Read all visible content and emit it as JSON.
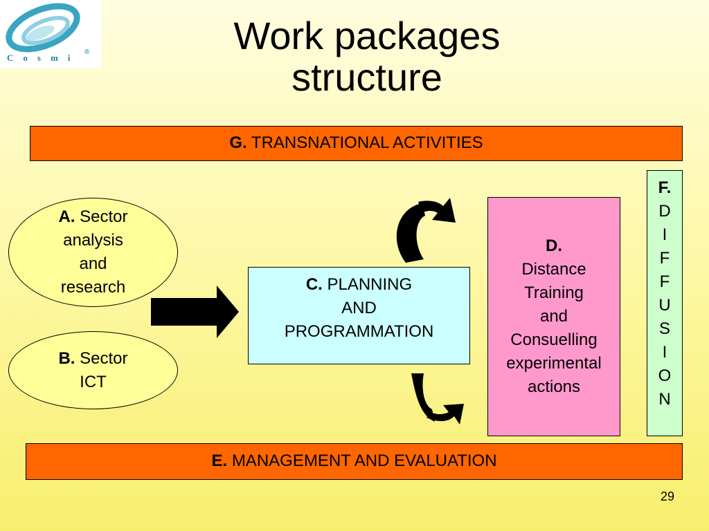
{
  "logo": {
    "text": "Cosmi",
    "registered_mark": "®"
  },
  "title": {
    "line1": "Work packages",
    "line2": "structure"
  },
  "wp_g": {
    "code": "G.",
    "label": "TRANSNATIONAL ACTIVITIES"
  },
  "wp_a": {
    "code": "A.",
    "label": "Sector",
    "line2": "analysis",
    "line3": "and",
    "line4": "research"
  },
  "wp_b": {
    "code": "B.",
    "label": "Sector",
    "line2": "ICT"
  },
  "wp_c": {
    "code": "C.",
    "label": "PLANNING",
    "line2": "AND",
    "line3": "PROGRAMMATION"
  },
  "wp_d": {
    "code": "D.",
    "line1": "Distance",
    "line2": "Training",
    "line3": "and",
    "line4": "Consuelling",
    "line5": "experimental",
    "line6": "actions"
  },
  "wp_f": {
    "code": "F.",
    "letters": [
      "D",
      "I",
      "F",
      "F",
      "U",
      "S",
      "I",
      "O",
      "N"
    ]
  },
  "wp_e": {
    "code": "E.",
    "label": "MANAGEMENT AND EVALUATION"
  },
  "page_number": "29",
  "colors": {
    "orange": "#ff6600",
    "yellow": "#ffff99",
    "cyan": "#ccffff",
    "pink": "#ff99cc",
    "green": "#ccffcc",
    "logo_teal": "#2a7fa0"
  }
}
